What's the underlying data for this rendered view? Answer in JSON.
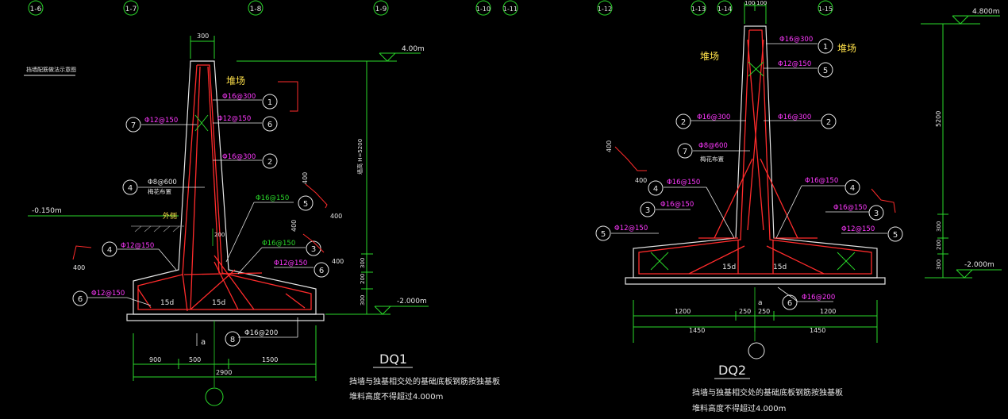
{
  "colors": {
    "bg": "#000000",
    "white": "#e6e6e6",
    "green": "#2ad72a",
    "red": "#ff2b2b",
    "magenta": "#ff39ff",
    "yellow": "#ffe14a",
    "grey": "#9a9a9a"
  },
  "grid_labels": [
    "1-6",
    "1-7",
    "1-8",
    "1-9",
    "1-10",
    "1-11",
    "1-12",
    "1-13",
    "1-14",
    "1-15"
  ],
  "dq1": {
    "title": "DQ1",
    "note_line1": "挡墙与独基相交处的基础底板钢筋按独基板",
    "note_line2": "堆料高度不得超过4.000m",
    "small_caption": "挡墙配筋做法示意图",
    "zone": "堆场",
    "outside": "外侧",
    "wall_width": "300",
    "elev_top": "4.00m",
    "elev_ground": "-0.150m",
    "elev_bottom": "-2.000m",
    "height_label": "墙高 H=5200",
    "dims_bottom": [
      "900",
      "500",
      "1500"
    ],
    "dim_total": "2900",
    "dim_200": "200",
    "dim_300a": "300",
    "dim_200b": "200",
    "dim_300b": "300",
    "dim_400a": "400",
    "dim_400b": "400",
    "dim_400c": "400",
    "dim_400d": "400",
    "lap_a": "15d",
    "lap_b": "15d",
    "axis_mark": "a",
    "plum_label": "梅花布置",
    "bars": {
      "b1": {
        "num": "1",
        "spec": "Φ16@300"
      },
      "b2": {
        "num": "2",
        "spec": "Φ16@300"
      },
      "b3": {
        "num": "3",
        "spec": "Φ16@150"
      },
      "b4": {
        "num": "4",
        "spec": "Φ12@150"
      },
      "b5": {
        "num": "5",
        "spec": "Φ16@150"
      },
      "b6": {
        "num": "6",
        "spec": "Φ12@150"
      },
      "b6b": {
        "num": "6",
        "spec": "Φ12@150"
      },
      "b6c": {
        "num": "6",
        "spec": "Φ12@150"
      },
      "b7": {
        "num": "7",
        "spec": "Φ12@150"
      },
      "b8": {
        "num": "8",
        "spec": "Φ16@200"
      },
      "b4tie": {
        "num": "4",
        "spec": "Φ8@600"
      }
    }
  },
  "dq2": {
    "title": "DQ2",
    "note_line1": "挡墙与独基相交处的基础底板钢筋按独基板",
    "note_line2": "堆料高度不得超过4.000m",
    "zone": "堆场",
    "wall_dims": [
      "100",
      "100"
    ],
    "elev_top": "4.800m",
    "elev_bottom": "-2.000m",
    "dim_side": [
      "5200",
      "300",
      "200",
      "300"
    ],
    "dim_400a": "400",
    "dim_400b": "400",
    "dims_row1": [
      "1200",
      "250",
      "250",
      "1200"
    ],
    "dims_row2": [
      "1450",
      "1450"
    ],
    "lap_a": "15d",
    "lap_b": "15d",
    "axis_mark": "a",
    "plum_label": "梅花布置",
    "bars": {
      "b1": {
        "num": "1",
        "spec": "Φ16@300"
      },
      "b5": {
        "num": "5",
        "spec": "Φ12@150"
      },
      "b2l": {
        "num": "2",
        "spec": "Φ16@300"
      },
      "b2r": {
        "num": "2",
        "spec": "Φ16@300"
      },
      "b7": {
        "num": "7",
        "spec": "Φ8@600"
      },
      "b4l": {
        "num": "4",
        "spec": "Φ16@150"
      },
      "b4r": {
        "num": "4",
        "spec": "Φ16@150"
      },
      "b3l": {
        "num": "3",
        "spec": "Φ16@150"
      },
      "b3r": {
        "num": "3",
        "spec": "Φ16@150"
      },
      "b5l": {
        "num": "5",
        "spec": "Φ12@150"
      },
      "b5r": {
        "num": "5",
        "spec": "Φ12@150"
      },
      "b6": {
        "num": "6",
        "spec": "Φ16@200"
      }
    }
  }
}
